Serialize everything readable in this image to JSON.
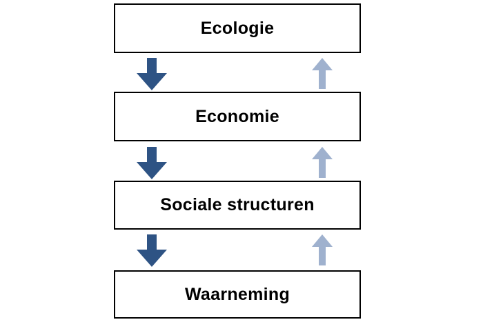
{
  "diagram": {
    "boxes": [
      {
        "label": "Ecologie"
      },
      {
        "label": "Economie"
      },
      {
        "label": "Sociale structuren"
      },
      {
        "label": "Waarneming"
      }
    ],
    "arrows": {
      "down": {
        "icon": "down-arrow-icon",
        "color": "#2e5384"
      },
      "up": {
        "icon": "up-arrow-icon",
        "color": "#9fb1ce"
      }
    },
    "colors": {
      "background": "#ffffff",
      "box_fill": "#ffffff",
      "box_border": "#000000",
      "text": "#000000"
    }
  }
}
